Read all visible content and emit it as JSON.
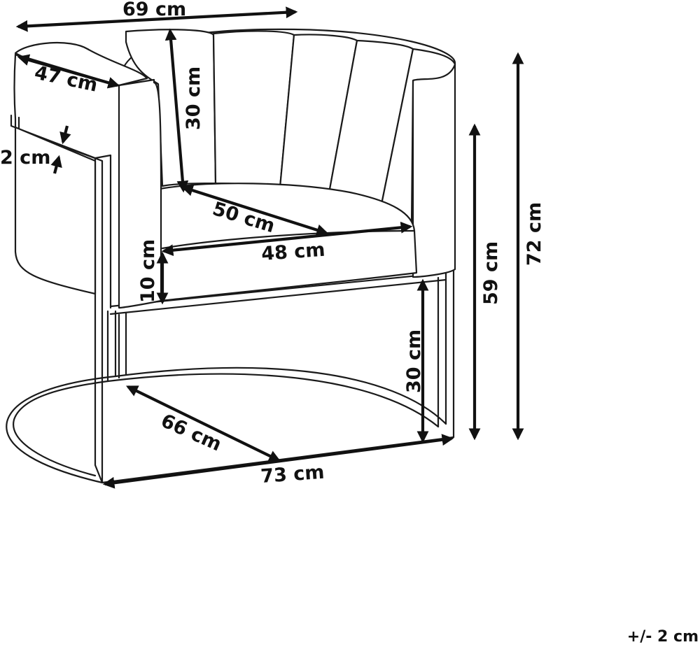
{
  "dimensions": {
    "overall_width": "69 cm",
    "armrest_depth": "47 cm",
    "frame_thickness": "2 cm",
    "backrest_height": "30 cm",
    "seat_depth": "50 cm",
    "seat_width": "48 cm",
    "cushion_height": "10 cm",
    "seat_to_floor": "30 cm",
    "seat_height": "59 cm",
    "total_height": "72 cm",
    "base_depth": "66 cm",
    "base_width": "73 cm"
  },
  "tolerance": "+/- 2 cm"
}
